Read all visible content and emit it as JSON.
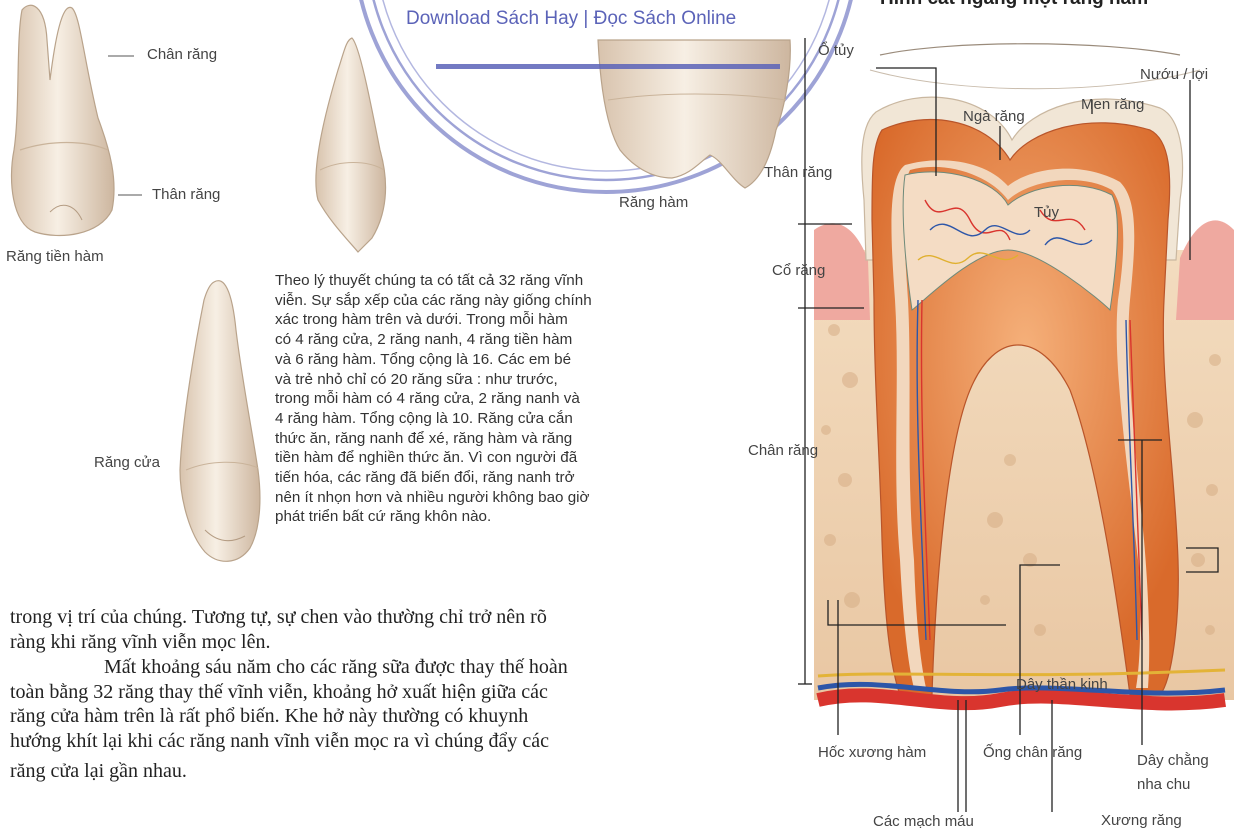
{
  "watermark": "Download Sách Hay | Đọc Sách Online",
  "figure_title": "Hình cắt ngang một răng hàm",
  "left_labels": {
    "chan_rang": "Chân răng",
    "than_rang": "Thân răng",
    "rang_tien_ham": "Răng  tiền hàm",
    "rang_ham": "Răng hàm",
    "rang_cua": "Răng cửa"
  },
  "paragraph_lines": [
    "Theo lý thuyết chúng ta có tất cả 32 răng vĩnh",
    "viễn. Sự sắp xếp của các răng này giống chính",
    "xác trong hàm trên và dưới. Trong mỗi hàm",
    "có 4 răng cửa, 2 răng nanh, 4 răng tiền hàm",
    "và 6 răng hàm. Tổng cộng là 16. Các em bé",
    "và trẻ nhỏ chỉ có 20 răng sữa :  như trước,",
    "trong mỗi hàm có 4 răng cửa, 2 răng nanh và",
    "4 răng hàm. Tổng cộng là 10. Răng cửa cắn",
    "thức ăn, răng nanh để xé, răng hàm và răng",
    "tiền hàm để nghiền thức ăn. Vì con người đã",
    "tiến hóa, các răng đã biến đổi, răng nanh trở",
    "nên ít nhọn hơn và nhiều người không bao giờ",
    "phát triển bất cứ răng khôn nào."
  ],
  "body_lines_1": [
    "trong vị trí của chúng. Tương tự, sự chen vào thường chỉ trở nên rõ",
    "ràng khi răng vĩnh viễn mọc lên."
  ],
  "body_lines_2": [
    "Mất khoảng sáu năm cho các răng sữa được thay thế hoàn",
    "toàn bằng 32 răng thay thế vĩnh viễn, khoảng hở xuất hiện giữa các",
    "răng cửa hàm trên là rất phổ biến. Khe hở này thường có khuynh",
    "hướng khít lại khi các răng nanh vĩnh viễn mọc ra vì chúng đẩy các",
    "răng cửa lại gần nhau."
  ],
  "diagram_labels": {
    "o_tuy": "Ổ tủy",
    "nuou_loi": "Nướu / lợi",
    "nga_rang": "Ngà răng",
    "men_rang": "Men răng",
    "than_rang": "Thân răng",
    "tuy": "Tủy",
    "co_rang": "Cổ răng",
    "chan_rang": "Chân răng",
    "day_than_kinh": "Dây thần kinh",
    "hoc_xuong_ham": "Hốc xương hàm",
    "ong_chan_rang": "Ống chân răng",
    "day_chang_1": "Dây chằng",
    "day_chang_2": "nha chu",
    "cac_mach_mau": "Các mạch máu",
    "xuong_rang": "Xương răng"
  },
  "colors": {
    "watermark": "#5b63b8",
    "enamel": "#f1e6d6",
    "dentin": "#e2803f",
    "pulp": "#f0d4b8",
    "gum": "#f0b0a6",
    "bone": "#efd2b0",
    "artery": "#d9352e",
    "vein": "#2d56a8"
  }
}
